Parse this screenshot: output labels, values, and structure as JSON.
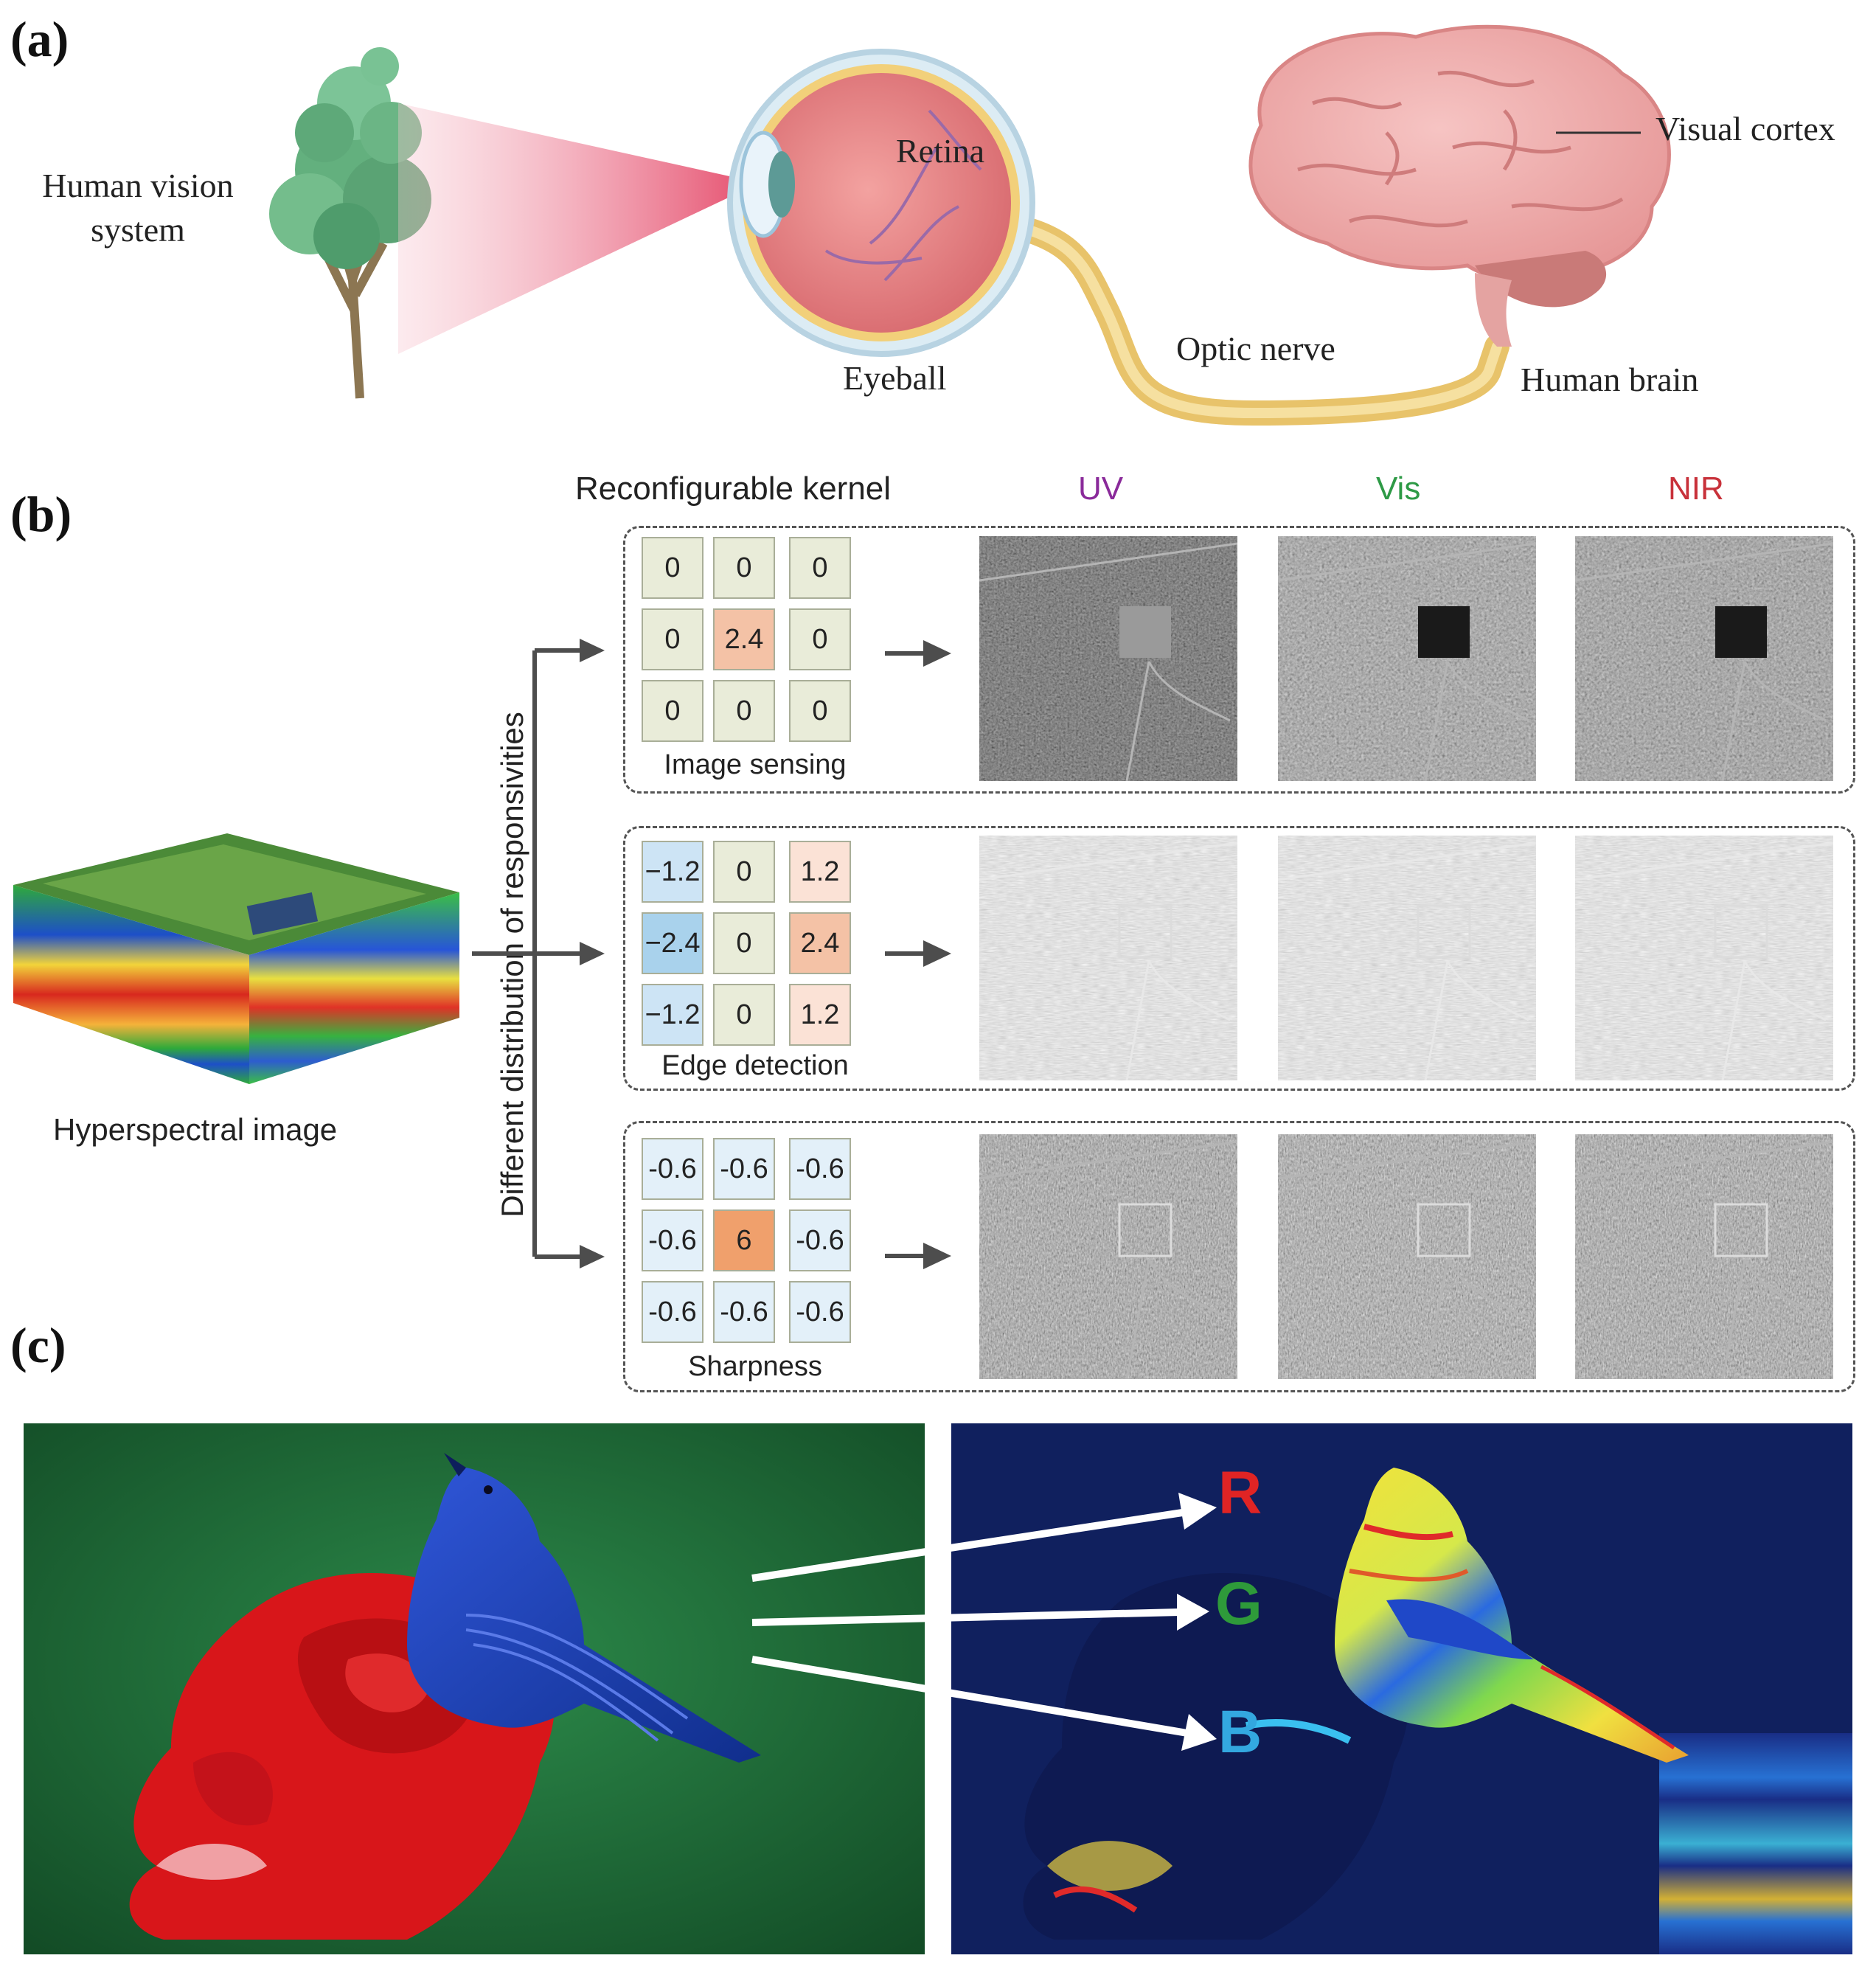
{
  "panel_a": {
    "label": "(a)",
    "title_line1": "Human vision",
    "title_line2": "system",
    "retina": "Retina",
    "eyeball": "Eyeball",
    "optic_nerve": "Optic nerve",
    "human_brain": "Human brain",
    "visual_cortex": "Visual cortex"
  },
  "panel_b": {
    "label": "(b)",
    "header_kernel": "Reconfigurable kernel",
    "header_uv": "UV",
    "header_vis": "Vis",
    "header_nir": "NIR",
    "header_colors": {
      "uv": "#8a2a9a",
      "vis": "#2e9a46",
      "nir": "#c8313a"
    },
    "vertical_label": "Different distribution of responsivities",
    "cube_caption": "Hyperspectral image",
    "kernels": [
      {
        "caption": "Image sensing",
        "values": [
          "0",
          "0",
          "0",
          "0",
          "2.4",
          "0",
          "0",
          "0",
          "0"
        ]
      },
      {
        "caption": "Edge detection",
        "values": [
          "−1.2",
          "0",
          "1.2",
          "−2.4",
          "0",
          "2.4",
          "−1.2",
          "0",
          "1.2"
        ]
      },
      {
        "caption": "Sharpness",
        "values": [
          "-0.6",
          "-0.6",
          "-0.6",
          "-0.6",
          "6",
          "-0.6",
          "-0.6",
          "-0.6",
          "-0.6"
        ]
      }
    ]
  },
  "panel_c": {
    "label": "(c)",
    "channel_r": "R",
    "channel_g": "G",
    "channel_b": "B",
    "channel_colors": {
      "r": "#e02424",
      "g": "#2e9a3a",
      "b": "#33a8e0"
    }
  }
}
